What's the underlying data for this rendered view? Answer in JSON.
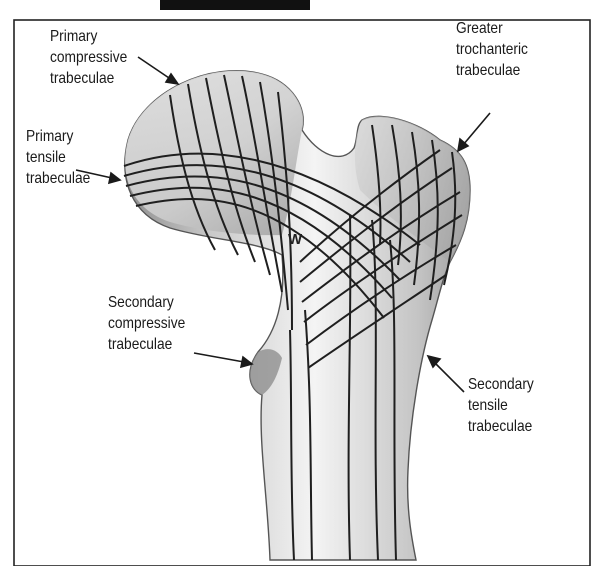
{
  "labels": {
    "primary_compressive": "Primary\ncompressive\ntrabeculae",
    "greater_trochanteric": "Greater\ntrochanteric\ntrabeculae",
    "primary_tensile": "Primary\ntensile\ntrabeculae",
    "secondary_compressive": "Secondary\ncompressive\ntrabeculae",
    "secondary_tensile": "Secondary\ntensile\ntrabeculae",
    "wards_triangle_marker": "W"
  },
  "colors": {
    "line": "#1f1f1f",
    "bone_fill": "#dcdcdc",
    "bone_shadow": "#a9a9a9"
  }
}
